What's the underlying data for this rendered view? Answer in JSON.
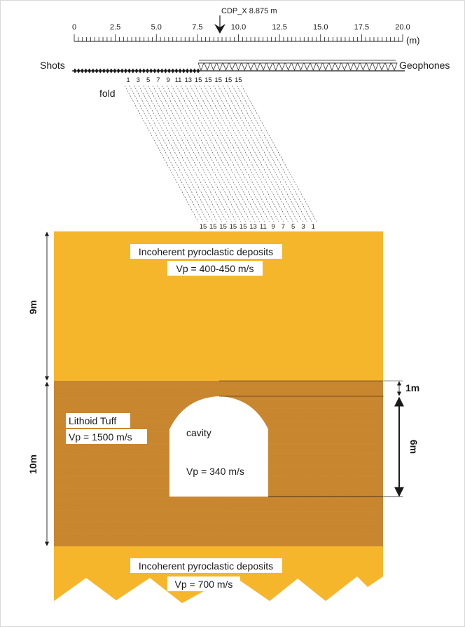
{
  "colors": {
    "pyroclastic": "#F6B62C",
    "tuff": "#C8862F",
    "cavity": "#FFFFFF",
    "line": "#1a1a1a",
    "fold_lines": "#444444"
  },
  "scale": {
    "cdp_label": "CDP_X 8.875 m",
    "unit": "(m)",
    "ticks": [
      "0",
      "2.5",
      "5.0",
      "7.5",
      "10.0",
      "12.5",
      "15.0",
      "17.5",
      "20.0"
    ]
  },
  "acquisition": {
    "shots_label": "Shots",
    "geophones_label": "Geophones",
    "fold_label": "fold",
    "fold_top": [
      "1",
      "3",
      "5",
      "7",
      "9",
      "11",
      "13",
      "15",
      "15",
      "15",
      "15",
      "15"
    ],
    "fold_bottom": [
      "15",
      "15",
      "15",
      "15",
      "15",
      "13",
      "11",
      "9",
      "7",
      "5",
      "3",
      "1"
    ]
  },
  "layers": [
    {
      "name": "Incoherent pyroclastic deposits",
      "velocity": "Vp = 400-450 m/s",
      "thickness": "9m"
    },
    {
      "name": "Lithoid Tuff",
      "velocity": "Vp = 1500 m/s",
      "thickness": "10m"
    },
    {
      "name": "Incoherent pyroclastic deposits",
      "velocity": "Vp = 700 m/s"
    }
  ],
  "cavity": {
    "label": "cavity",
    "velocity": "Vp = 340 m/s",
    "depth_offset": "1m",
    "height": "6m"
  }
}
